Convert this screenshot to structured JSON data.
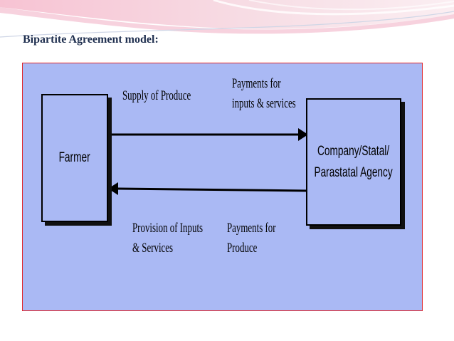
{
  "slide": {
    "title": "Bipartite Agreement model:"
  },
  "diagram": {
    "nodes": {
      "farmer": "Farmer",
      "company_line1": "Company/Statal/",
      "company_line2": "Parastatal Agency"
    },
    "flows": {
      "supply_of_produce": "Supply of Produce",
      "payments_inputs_line1": "Payments for",
      "payments_inputs_line2": "inputs & services",
      "provision_line1": "Provision of Inputs",
      "provision_line2": "& Services",
      "payments_produce_line1": "Payments for",
      "payments_produce_line2": "Produce"
    }
  },
  "colors": {
    "panel_fill": "#aab9f4",
    "panel_border": "#e0252b",
    "title_text": "#1f2f4f"
  }
}
